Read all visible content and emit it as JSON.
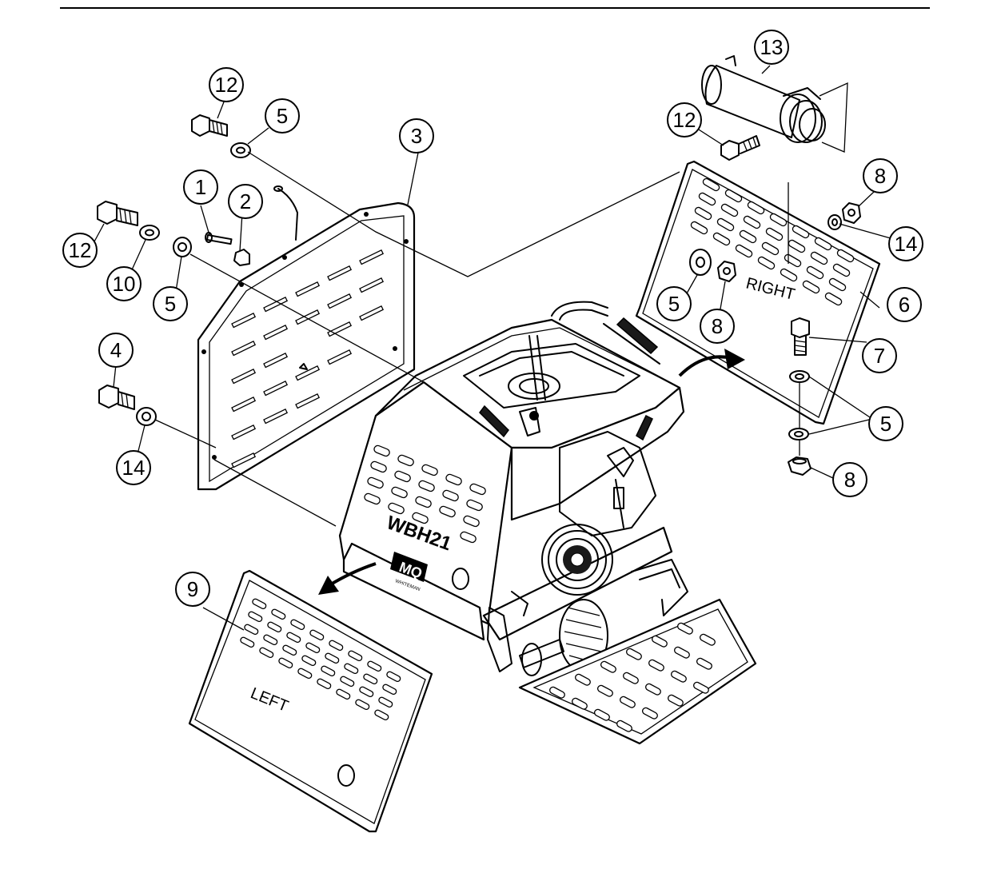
{
  "callouts": [
    {
      "id": "c1",
      "label": "1"
    },
    {
      "id": "c2",
      "label": "2"
    },
    {
      "id": "c3",
      "label": "3"
    },
    {
      "id": "c4",
      "label": "4"
    },
    {
      "id": "c5a",
      "label": "5"
    },
    {
      "id": "c5b",
      "label": "5"
    },
    {
      "id": "c5c",
      "label": "5"
    },
    {
      "id": "c5d",
      "label": "5"
    },
    {
      "id": "c6",
      "label": "6"
    },
    {
      "id": "c7",
      "label": "7"
    },
    {
      "id": "c8a",
      "label": "8"
    },
    {
      "id": "c8b",
      "label": "8"
    },
    {
      "id": "c8c",
      "label": "8"
    },
    {
      "id": "c9",
      "label": "9"
    },
    {
      "id": "c10",
      "label": "10"
    },
    {
      "id": "c12a",
      "label": "12"
    },
    {
      "id": "c12b",
      "label": "12"
    },
    {
      "id": "c12c",
      "label": "12"
    },
    {
      "id": "c13",
      "label": "13"
    },
    {
      "id": "c14a",
      "label": "14"
    },
    {
      "id": "c14b",
      "label": "14"
    }
  ],
  "panel_labels": {
    "right": "RIGHT",
    "left": "LEFT"
  },
  "machine": {
    "model": "WBH21",
    "logo_text": "MQ",
    "brand": "WHITEMAN"
  }
}
